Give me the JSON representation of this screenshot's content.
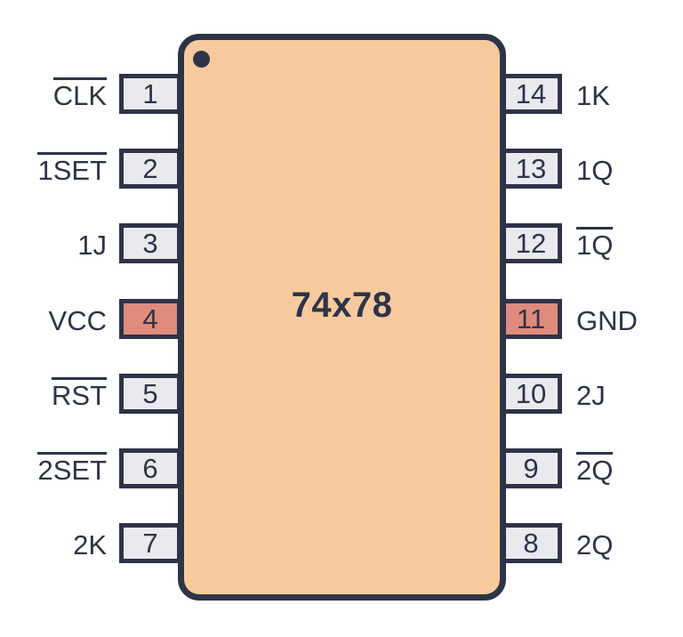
{
  "chip": {
    "title": "74x78",
    "package_sides": 2,
    "pin1_marker": "dot"
  },
  "pins": {
    "left": [
      {
        "number": "1",
        "label": "CLK",
        "overline": true,
        "power": false
      },
      {
        "number": "2",
        "label": "1SET",
        "overline": true,
        "power": false
      },
      {
        "number": "3",
        "label": "1J",
        "overline": false,
        "power": false
      },
      {
        "number": "4",
        "label": "VCC",
        "overline": false,
        "power": true
      },
      {
        "number": "5",
        "label": "RST",
        "overline": true,
        "power": false
      },
      {
        "number": "6",
        "label": "2SET",
        "overline": true,
        "power": false
      },
      {
        "number": "7",
        "label": "2K",
        "overline": false,
        "power": false
      }
    ],
    "right": [
      {
        "number": "14",
        "label": "1K",
        "overline": false,
        "power": false
      },
      {
        "number": "13",
        "label": "1Q",
        "overline": false,
        "power": false
      },
      {
        "number": "12",
        "label": "1Q",
        "overline": true,
        "power": false
      },
      {
        "number": "11",
        "label": "GND",
        "overline": false,
        "power": true
      },
      {
        "number": "10",
        "label": "2J",
        "overline": false,
        "power": false
      },
      {
        "number": "9",
        "label": "2Q",
        "overline": true,
        "power": false
      },
      {
        "number": "8",
        "label": "2Q",
        "overline": false,
        "power": false
      }
    ]
  },
  "colors": {
    "outline": "#2e3447",
    "chip_body": "#f6ca9e",
    "pin_fill": "#e9e9ee",
    "power_pin_fill": "#df8b7e",
    "text": "#2e3447",
    "background": "#ffffff"
  }
}
